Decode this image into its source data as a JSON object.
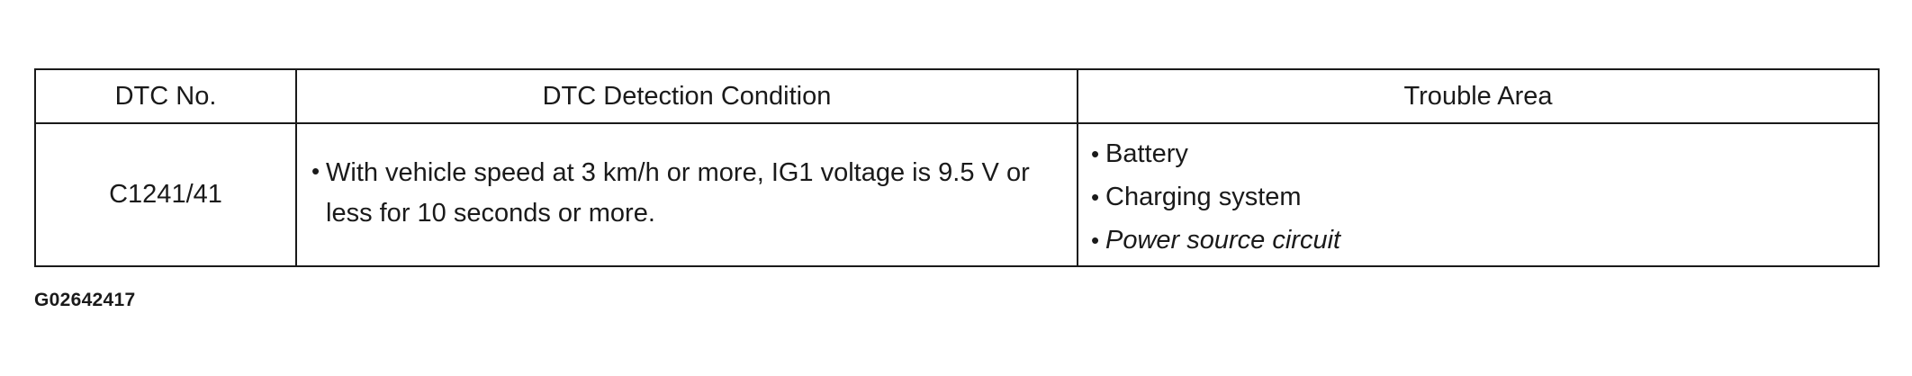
{
  "table": {
    "headers": {
      "dtc_no": "DTC No.",
      "condition": "DTC Detection Condition",
      "trouble_area": "Trouble Area"
    },
    "rows": [
      {
        "dtc_no": "C1241/41",
        "condition_bullet": "•",
        "condition": "With vehicle speed at 3 km/h or more, IG1 voltage is 9.5 V or less for 10 seconds or more.",
        "trouble_area_bullet": "•",
        "trouble_area": [
          "Battery",
          "Charging system",
          "Power source circuit"
        ]
      }
    ]
  },
  "figure_id": "G02642417"
}
